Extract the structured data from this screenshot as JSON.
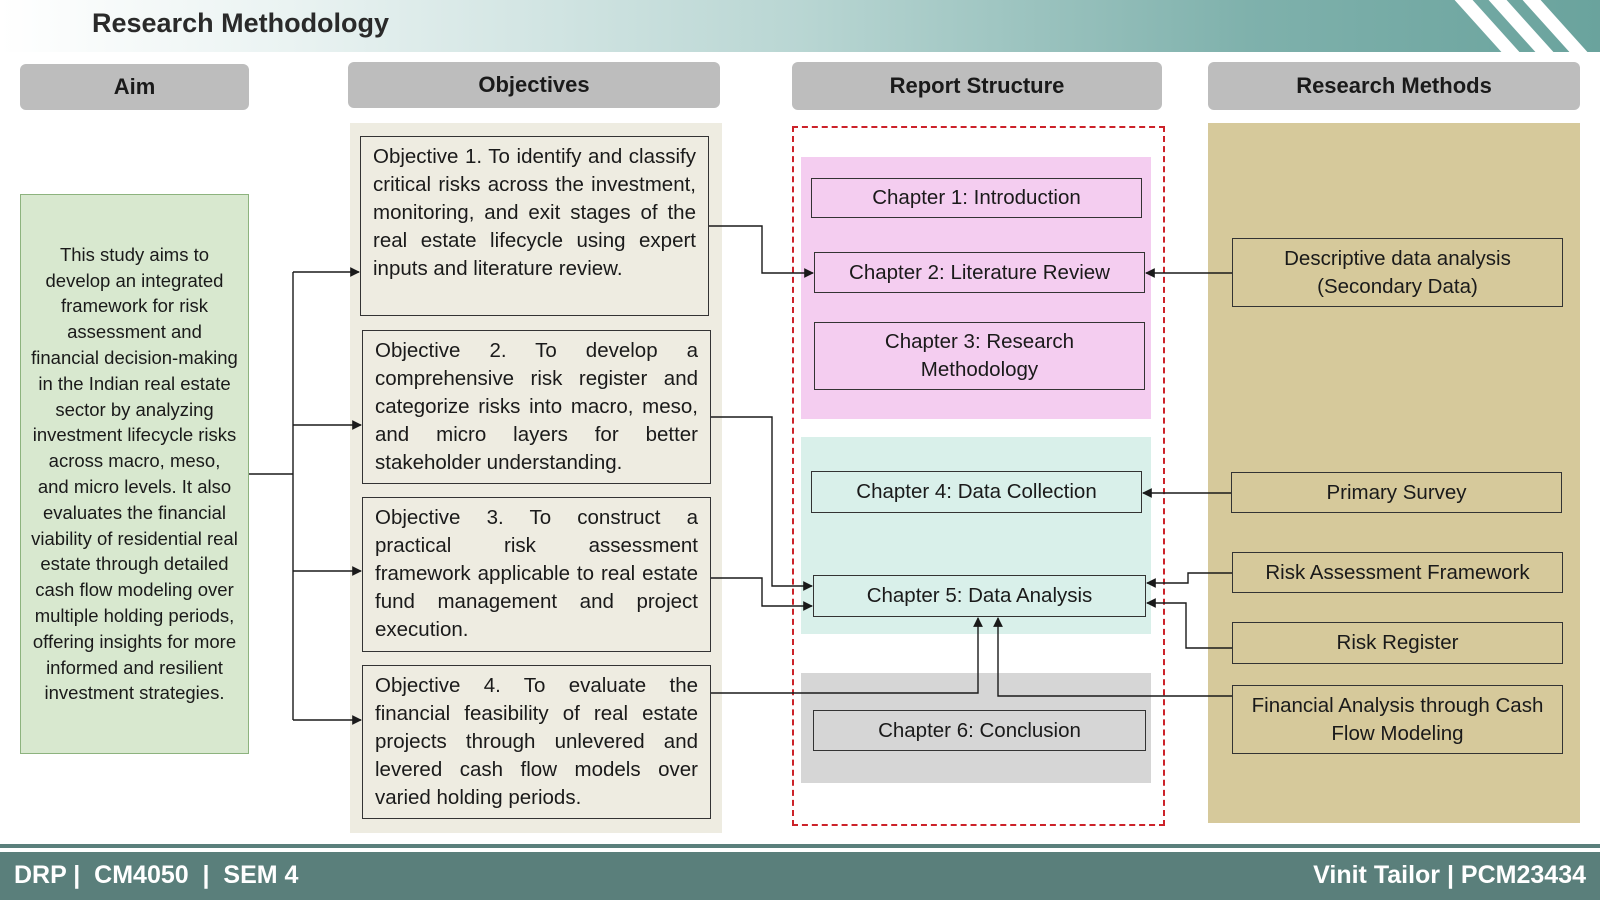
{
  "title": "Research Methodology",
  "headers": {
    "aim": "Aim",
    "objectives": "Objectives",
    "report_structure": "Report Structure",
    "research_methods": "Research Methods"
  },
  "aim_text": "This study aims to develop an integrated framework for risk assessment and financial decision-making in the Indian real estate sector by analyzing investment lifecycle risks across macro, meso, and micro levels. It also evaluates the financial viability of residential real estate through detailed cash flow modeling over multiple holding periods, offering insights for more informed and resilient investment strategies.",
  "objectives": [
    "Objective 1. To identify and classify critical risks across the investment, monitoring, and exit stages of the real estate lifecycle using expert inputs and literature review.",
    "Objective 2. To develop a comprehensive risk register and categorize risks into macro, meso, and micro layers for better stakeholder understanding.",
    "Objective 3. To construct a practical risk assessment framework applicable to real estate fund management and project execution.",
    "Objective 4. To evaluate the financial feasibility of real estate projects through unlevered and levered cash flow models over varied holding periods."
  ],
  "chapters": [
    "Chapter 1: Introduction",
    "Chapter 2: Literature Review",
    "Chapter 3: Research Methodology",
    "Chapter 4: Data Collection",
    "Chapter 5: Data Analysis",
    "Chapter 6: Conclusion"
  ],
  "methods": [
    "Descriptive data analysis (Secondary Data)",
    "Primary Survey",
    "Risk Assessment Framework",
    "Risk Register",
    "Financial Analysis through Cash Flow Modeling"
  ],
  "footer": {
    "left": "DRP |  CM4050  |  SEM 4",
    "right": "Vinit Tailor | PCM23434"
  },
  "colors": {
    "header_bg": "#bdbdbd",
    "aim_bg": "#d8e8cf",
    "objectives_bg": "#eeece1",
    "chapters_1_3_bg": "#f4cdf0",
    "chapters_4_5_bg": "#d9f0ea",
    "chapter_6_bg": "#d6d6d6",
    "methods_bg": "#d6c99b",
    "report_border": "#cc2229",
    "footer_bg": "#5a7f7b"
  }
}
